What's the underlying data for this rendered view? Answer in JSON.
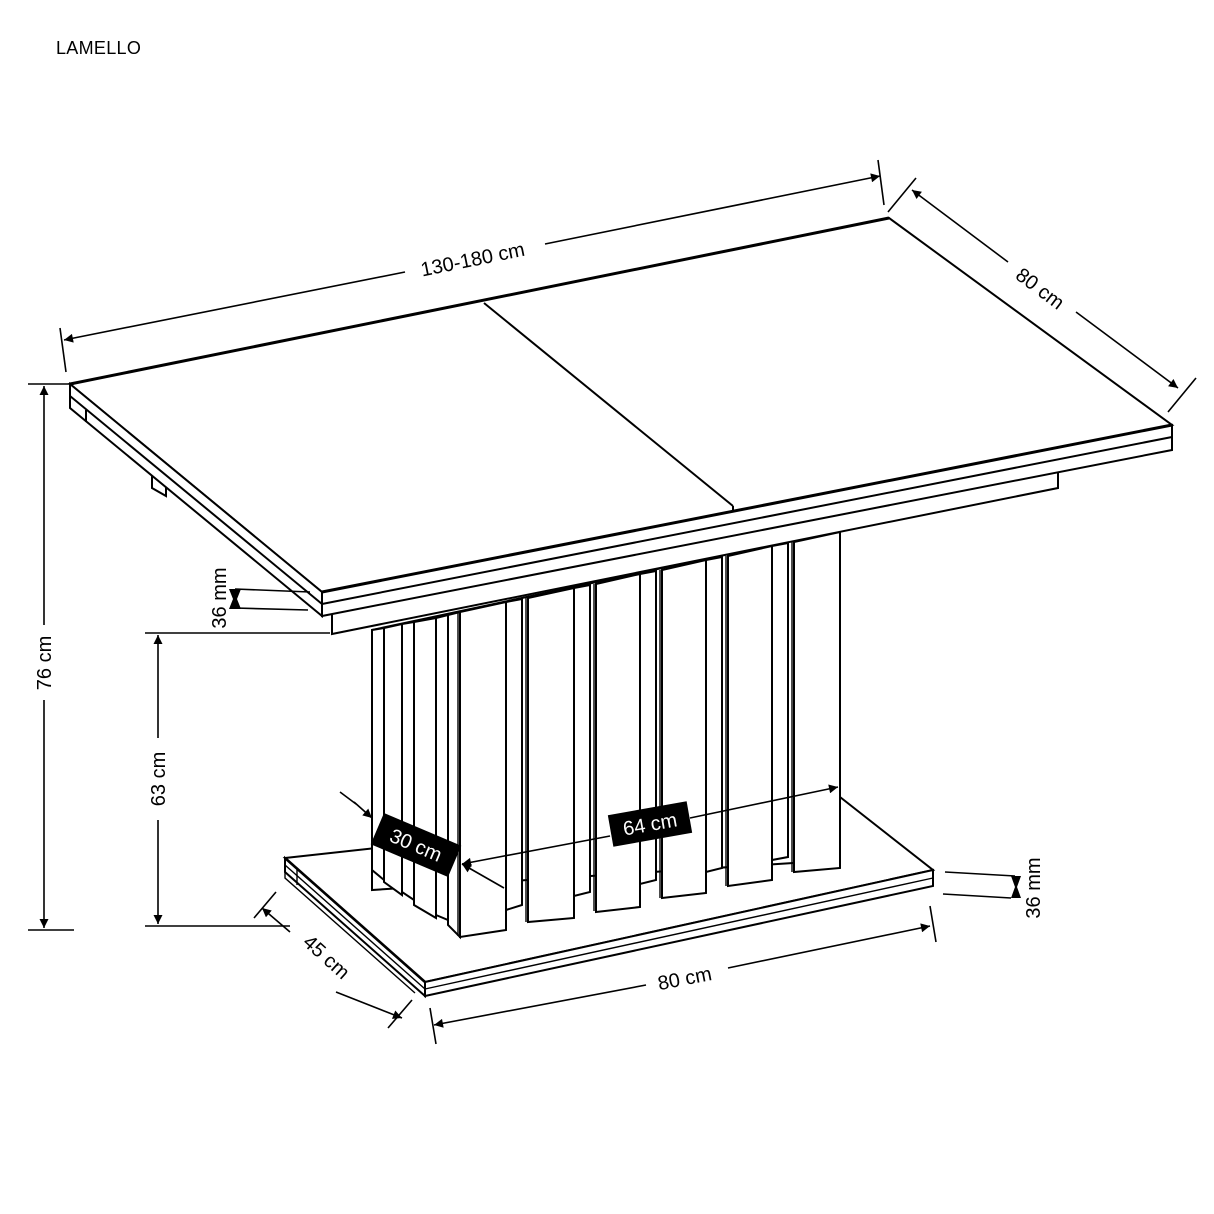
{
  "product": {
    "name": "LAMELLO"
  },
  "dimensions": {
    "top_length": "130-180 cm",
    "top_depth": "80 cm",
    "total_height": "76 cm",
    "column_height": "63 cm",
    "top_thickness": "36 mm",
    "column_depth": "30 cm",
    "column_width": "64 cm",
    "base_depth": "45 cm",
    "base_width": "80 cm",
    "base_thickness": "36 mm"
  },
  "colors": {
    "line": "#000000",
    "background": "#ffffff",
    "label_box": "#000000",
    "label_box_text": "#ffffff"
  }
}
